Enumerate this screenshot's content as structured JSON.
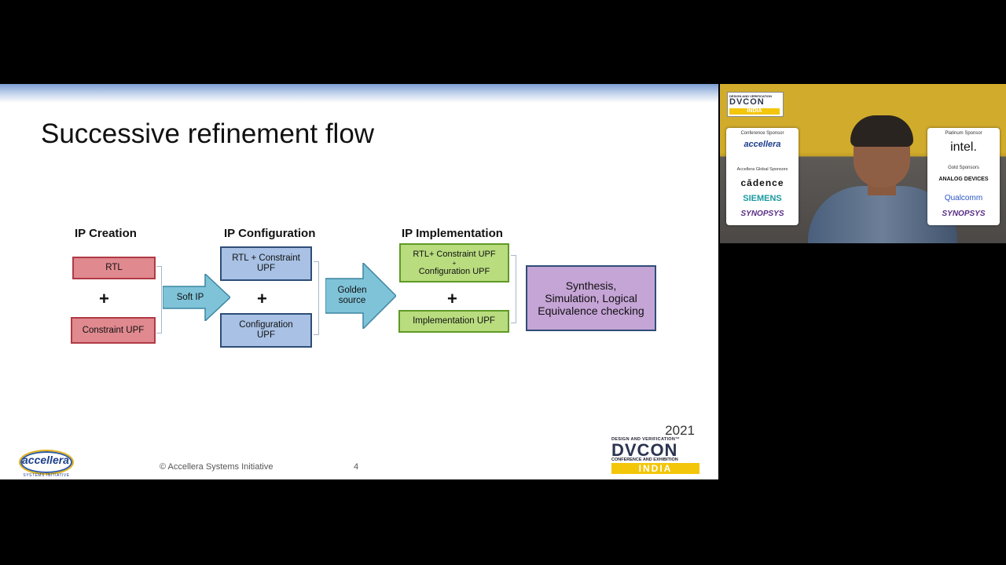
{
  "slide": {
    "title": "Successive refinement flow",
    "columns": {
      "creation": "IP Creation",
      "configuration": "IP Configuration",
      "implementation": "IP Implementation"
    },
    "boxes": {
      "rtl": "RTL",
      "constraint_upf": "Constraint UPF",
      "rtl_constraint_upf_line1": "RTL + Constraint",
      "rtl_constraint_upf_line2": "UPF",
      "configuration_upf_line1": "Configuration",
      "configuration_upf_line2": "UPF",
      "impl_rtl_line1": "RTL+ Constraint UPF",
      "impl_rtl_line2": "+",
      "impl_rtl_line3": "Configuration UPF",
      "implementation_upf": "Implementation UPF",
      "final_line1": "Synthesis,",
      "final_line2": "Simulation, Logical",
      "final_line3": "Equivalence checking"
    },
    "arrows": {
      "soft_ip": "Soft IP",
      "golden_line1": "Golden",
      "golden_line2": "source"
    },
    "plus": "+",
    "footer": {
      "copyright": "© Accellera Systems Initiative",
      "page_number": "4"
    },
    "logos": {
      "accellera": "accellera",
      "accellera_sub": "SYSTEMS INITIATIVE",
      "dvcon_year": "2021",
      "dvcon_pre": "DESIGN AND VERIFICATION™",
      "dvcon_main": "DVCON",
      "dvcon_conf": "CONFERENCE AND EXHIBITION",
      "dvcon_region": "INDIA"
    },
    "colors": {
      "red_fill": "#e0898f",
      "blue_fill": "#a8c1e4",
      "green_fill": "#b9dc7f",
      "purple_fill": "#c5a4d6",
      "arrow_fill": "#7fc3d8"
    }
  },
  "webcam": {
    "dvcon_pre": "DESIGN AND VERIFICATION",
    "dvcon_main": "DVCON",
    "dvcon_region": "INDIA",
    "left_card": {
      "conference_sponsor_label": "Conference Sponsor",
      "conference_sponsor": "accellera",
      "global_sponsors_label": "Accellera Global Sponsors",
      "sponsors": [
        "cādence",
        "SIEMENS",
        "SYNOPSYS"
      ]
    },
    "right_card": {
      "platinum_label": "Platinum Sponsor",
      "platinum": "intel.",
      "gold_label": "Gold Sponsors",
      "gold": [
        "ANALOG DEVICES",
        "Qualcomm",
        "SYNOPSYS"
      ]
    }
  }
}
